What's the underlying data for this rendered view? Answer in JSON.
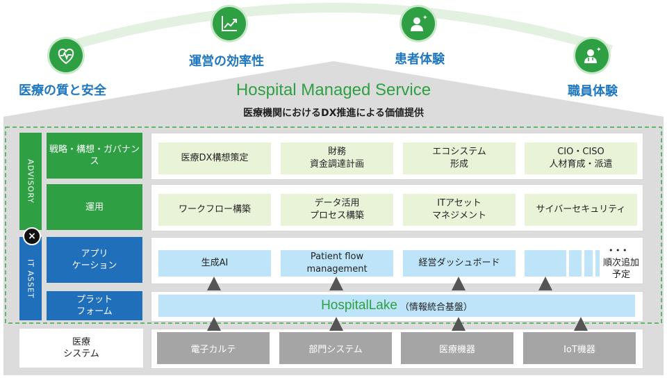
{
  "goals": [
    {
      "label": "医療の質と安全",
      "icon": "heart-pulse-icon"
    },
    {
      "label": "運営の効率性",
      "icon": "line-chart-icon"
    },
    {
      "label": "患者体験",
      "icon": "patient-sparkle-icon"
    },
    {
      "label": "職員体験",
      "icon": "staff-sparkle-icon"
    }
  ],
  "title": "Hospital Managed Service",
  "subtitle": "医療機関におけるDX推進による価値提供",
  "side_tags": {
    "advisory": "ADVISORY",
    "it_asset": "IT ASSET"
  },
  "rows": {
    "strategy": {
      "label": "戦略・構想・ガバナンス",
      "items": [
        "医療DX構想策定",
        "財務\n資金調達計画",
        "エコシステム\n形成",
        "CIO・CISO\n人材育成・派遣"
      ]
    },
    "operation": {
      "label": "運用",
      "items": [
        "ワークフロー構築",
        "データ活用\nプロセス構築",
        "ITアセット\nマネジメント",
        "サイバーセキュリティ"
      ]
    },
    "application": {
      "label": "アプリ\nケーション",
      "items": [
        "生成AI",
        "Patient flow management",
        "経営ダッシュボード"
      ],
      "more_dots": "• • •",
      "more_text": "順次追加\n予定"
    },
    "platform": {
      "label": "プラット\nフォーム",
      "lake_name": "HospitalLake",
      "lake_note": "（情報統合基盤）"
    },
    "medical": {
      "label": "医療\nシステム",
      "items": [
        "電子カルテ",
        "部門システム",
        "医療機器",
        "IoT機器"
      ]
    }
  },
  "colors": {
    "accent_green": "#2ea043",
    "brand_blue": "#1e77c0",
    "row_blue": "#1f6fba",
    "light_green": "#e9f3d8",
    "light_blue": "#bde4f8",
    "gray": "#a5a5a5"
  }
}
